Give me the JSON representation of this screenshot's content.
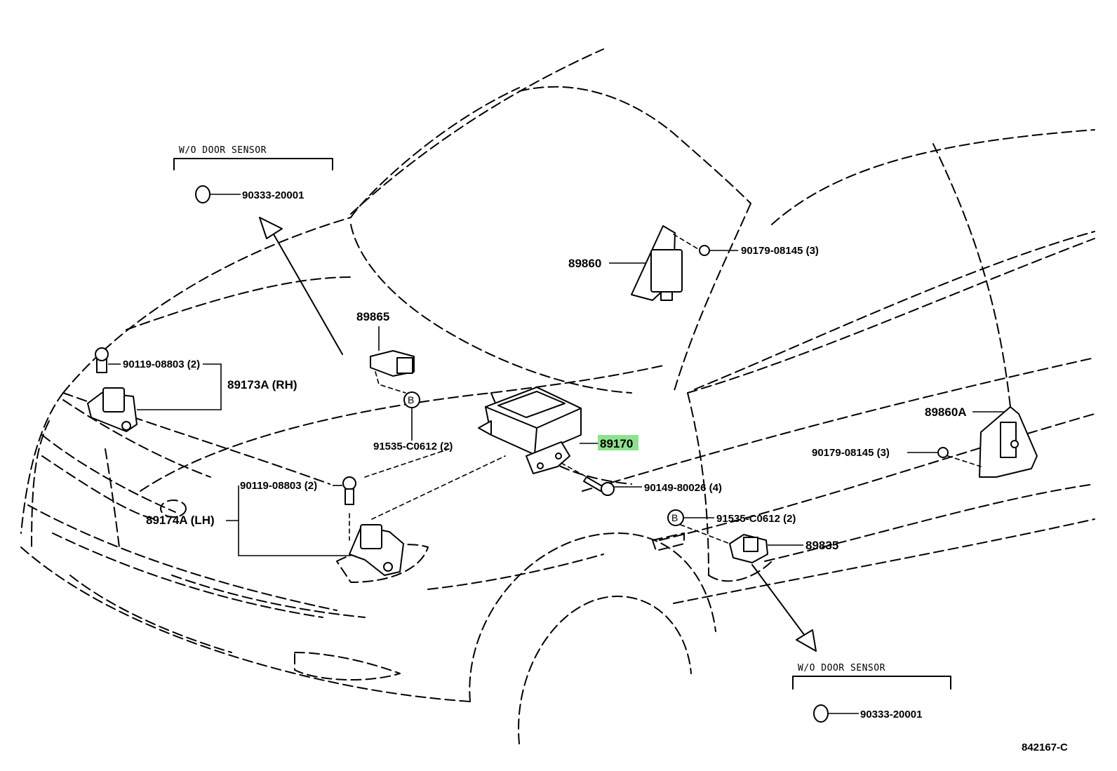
{
  "labels": {
    "wo_door_sensor_top": "W/O DOOR SENSOR",
    "wo_door_sensor_bottom": "W/O DOOR SENSOR",
    "p_90333_top": "90333-20001",
    "p_90333_bottom": "90333-20001",
    "p_89865": "89865",
    "p_89860": "89860",
    "p_90179_top": "90179-08145 (3)",
    "p_90119_top": "90119-08803 (2)",
    "p_89173a": "89173A (RH)",
    "p_91535_left": "91535-C0612 (2)",
    "p_89170": "89170",
    "p_89860a": "89860A",
    "p_90179_right": "90179-08145 (3)",
    "p_90119_mid": "90119-08803 (2)",
    "p_90149": "90149-80026 (4)",
    "p_89174a": "89174A (LH)",
    "p_91535_right": "91535-C0612 (2)",
    "p_89835": "89835",
    "circle_b_left": "B",
    "circle_b_right": "B",
    "figure_id": "842167-C"
  },
  "colors": {
    "highlight": "#8ee28e",
    "ink": "#000000"
  }
}
